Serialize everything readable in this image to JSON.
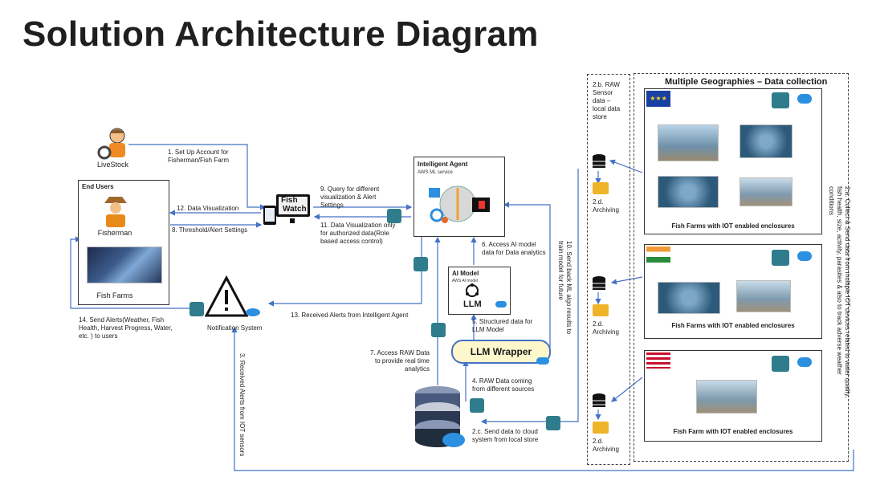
{
  "title": "Solution Architecture Diagram",
  "actors": {
    "livestock": "LiveStock",
    "end_users": "End Users",
    "fisherman": "Fisherman",
    "fish_farms": "Fish Farms",
    "fishwatch_line1": "Fish",
    "fishwatch_line2": "Watch",
    "notification": "Notification System"
  },
  "agent": {
    "title": "Intelligent Agent",
    "subtitle": "AWS ML service"
  },
  "ai_model": {
    "title": "AI Model",
    "subtitle": "AWS AI model",
    "llm": "LLM"
  },
  "llm_wrapper": "LLM Wrapper",
  "steps": {
    "s1": "1. Set Up Account for Fisherman/Fish Farm",
    "s2b": "2.b. RAW Sensor data – local data store",
    "s2c": "2.c. Send data to cloud system from local store",
    "s2a": "2.a. Collect & Send data from multiple IOT devices related to water quality, fish health, size, activity, parasites & also to track adverse weather conditions",
    "s2d": "2.d. Archiving",
    "s3": "3. Received Alerts from IOT sensors",
    "s4": "4. RAW Data coming from different sources",
    "s5": "5. Structured data for LLM Model",
    "s6": "6. Access AI model data for Data analytics",
    "s7": "7. Access RAW Data to provide real time analytics",
    "s8": "8. Threshold/Alert Settings",
    "s9": "9. Query for different visualization & Alert Settings",
    "s10": "10. Send back ML algo results to train model for future",
    "s11": "11. Data Visualization only for authorized data(Role based access control)",
    "s12": "12. Data Visualization",
    "s13": "13. Received Alerts from Intelligent Agent",
    "s14": "14. Send Alerts(Weather, Fish Health, Harvest Progress, Water, etc. ) to users"
  },
  "geographies": {
    "title": "Multiple Geographies – Data collection",
    "region1_caption": "Fish Farms with IOT enabled enclosures",
    "region2_caption": "Fish Farms with IOT enabled enclosures",
    "region3_caption": "Fish Farm with IOT enabled enclosures",
    "flags": [
      "eu-flag-icon",
      "india-flag-icon",
      "usa-flag-icon"
    ]
  },
  "colors": {
    "wire": "#4472c4",
    "database": "#1f2d3d",
    "folder": "#f0b429",
    "cloud": "#2d8fe0",
    "sensor_box": "#2f7d8c",
    "wrapper_fill": "#fff7cc"
  }
}
